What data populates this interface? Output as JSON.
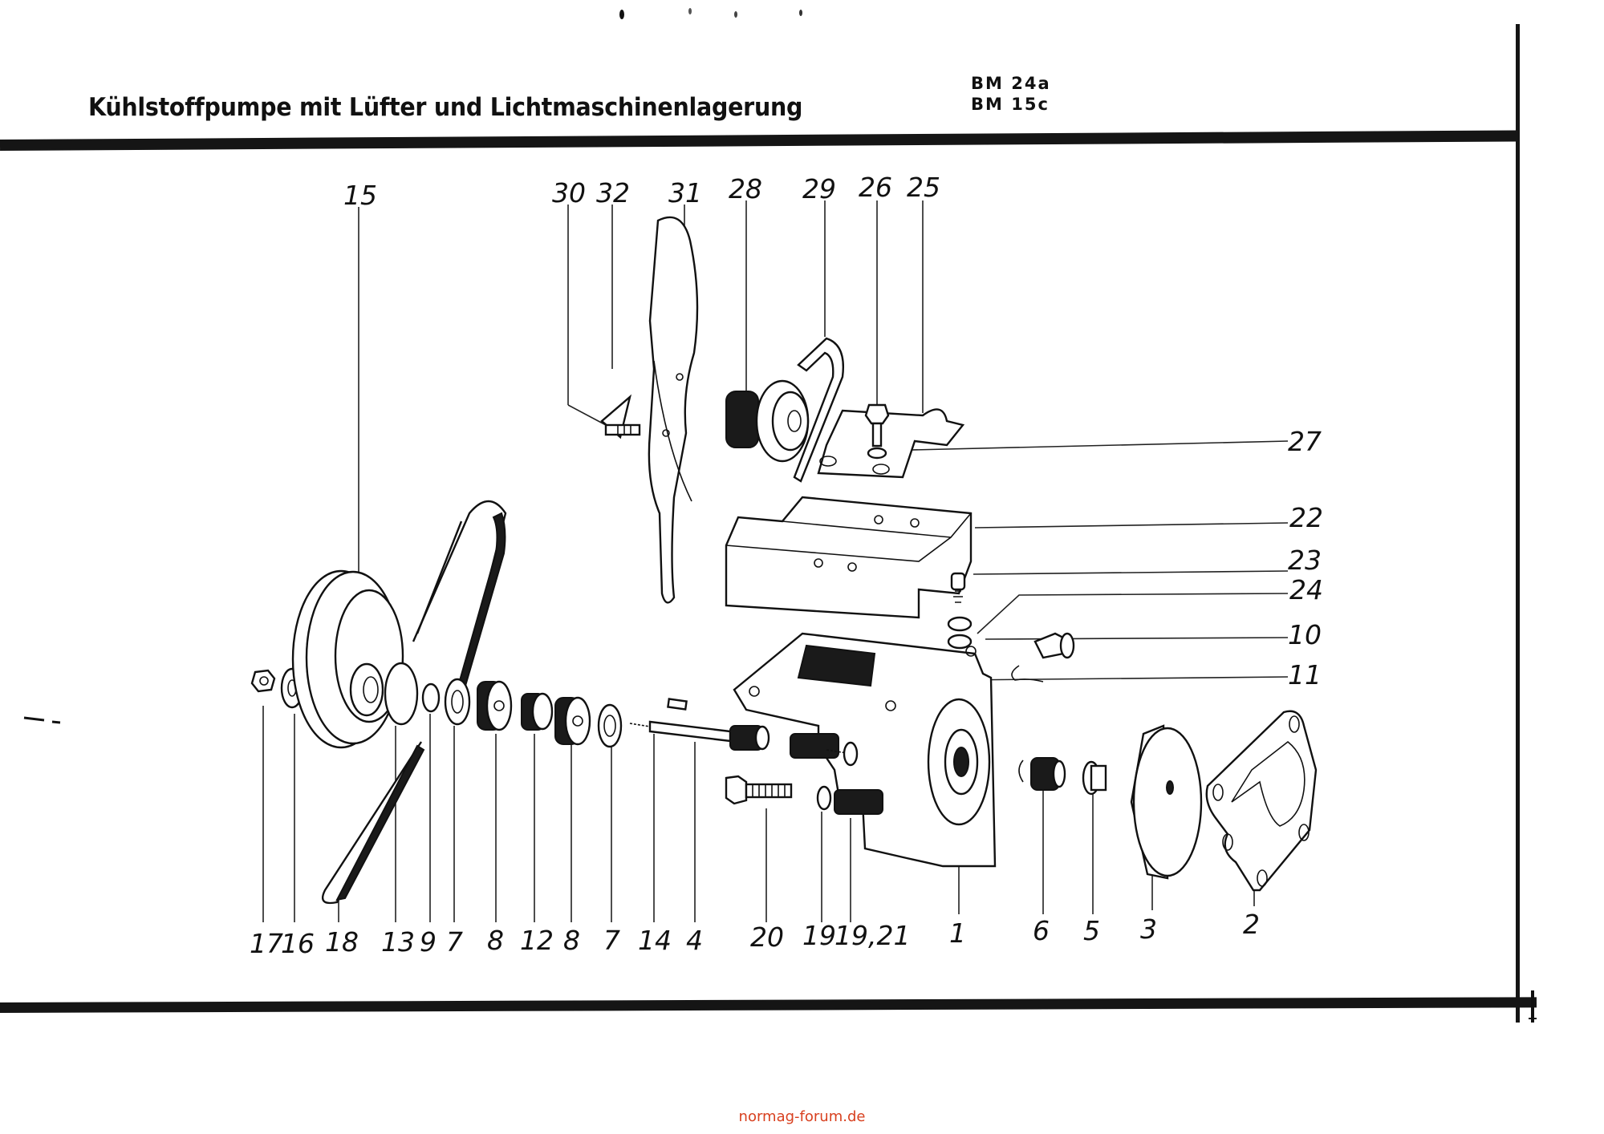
{
  "document": {
    "title": "Kühlstoffpumpe mit Lüfter und Lichtmaschinenlagerung",
    "models": [
      "BM 24a",
      "BM 15c"
    ],
    "watermark": "normag-forum.de",
    "watermark_color": "#d8401f"
  },
  "diagram": {
    "type": "exploded-parts-view",
    "labels_top": [
      "15",
      "30",
      "32",
      "31",
      "28",
      "29",
      "26",
      "25"
    ],
    "labels_right": [
      "27",
      "22",
      "23",
      "24",
      "10",
      "11"
    ],
    "labels_bottom": [
      "17",
      "16",
      "18",
      "13",
      "9",
      "7",
      "8",
      "12",
      "8",
      "7",
      "14",
      "4",
      "20",
      "19",
      "19,21",
      "1",
      "6",
      "5",
      "3",
      "2"
    ]
  }
}
